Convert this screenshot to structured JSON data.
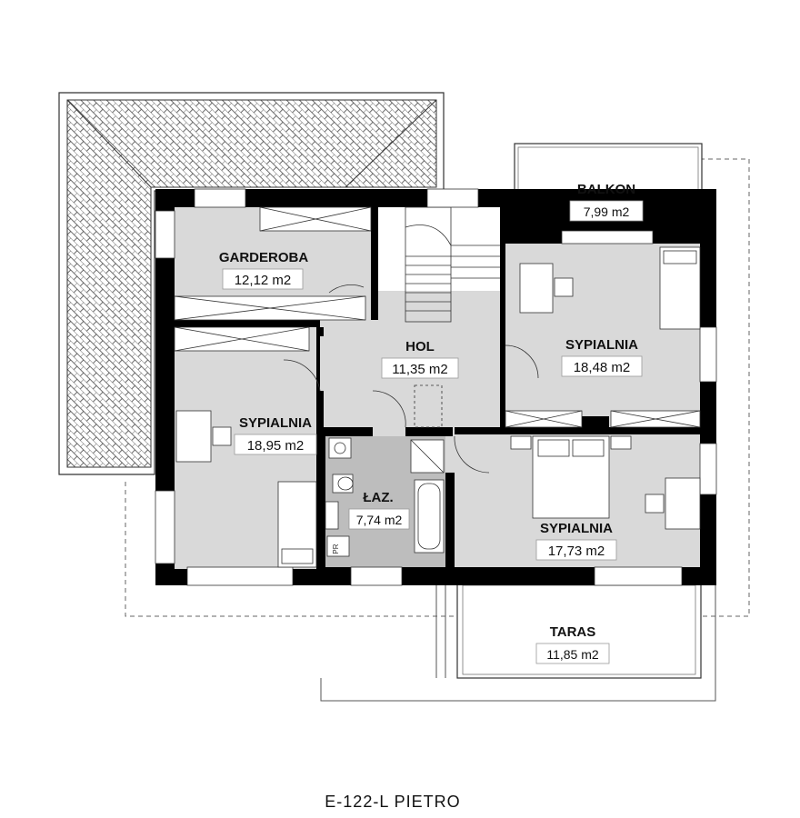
{
  "caption": "E-122-L PIETRO",
  "colors": {
    "wall": "#000000",
    "floor": "#d9d9d9",
    "bathroom_floor": "#bdbdbd",
    "roof": "#ffffff",
    "label_bg": "#ffffff"
  },
  "rooms": {
    "garderoba": {
      "name": "GARDEROBA",
      "area": "12,12 m2"
    },
    "hol": {
      "name": "HOL",
      "area": "11,35 m2"
    },
    "sypialnia_left": {
      "name": "SYPIALNIA",
      "area": "18,95 m2"
    },
    "sypialnia_right_top": {
      "name": "SYPIALNIA",
      "area": "18,48 m2"
    },
    "sypialnia_right_bottom": {
      "name": "SYPIALNIA",
      "area": "17,73 m2"
    },
    "lazienka": {
      "name": "ŁAZ.",
      "area": "7,74 m2"
    },
    "balkon": {
      "name": "BALKON",
      "area": "7,99 m2"
    },
    "taras": {
      "name": "TARAS",
      "area": "11,85 m2"
    }
  },
  "fixtures": {
    "pr_label": "PR"
  }
}
